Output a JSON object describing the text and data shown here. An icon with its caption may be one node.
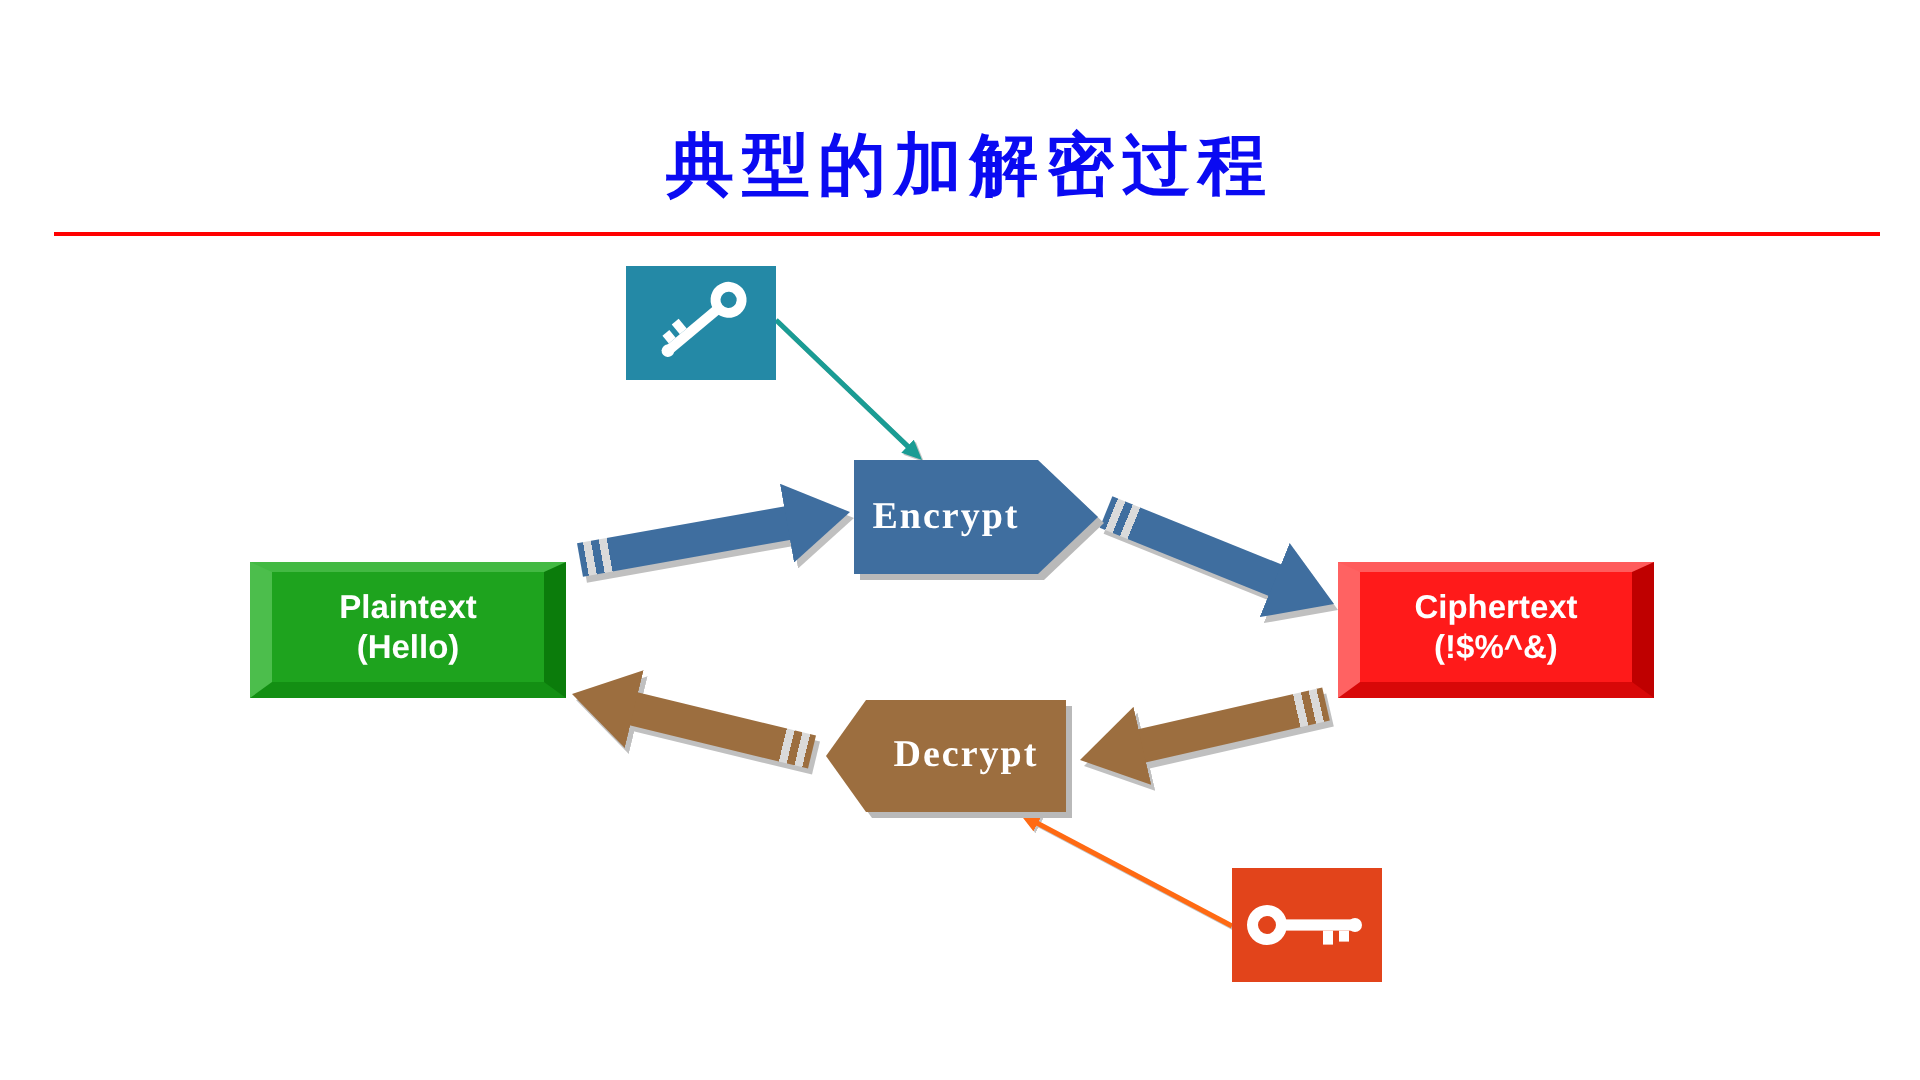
{
  "diagram": {
    "title": "典型的加解密过程",
    "nodes": [
      {
        "text": [],
        "shape": "picture"
      },
      {
        "text": [
          "Encrypt"
        ]
      },
      {
        "text": [
          "Plaintext (Hello)"
        ]
      },
      {
        "text": [
          "Ciphertext (!$%^&)"
        ]
      },
      {
        "text": [
          "Decrypt"
        ]
      },
      {
        "text": [],
        "shape": "picture"
      }
    ],
    "edges": [
      {
        "from": 0,
        "to": 1,
        "arrow": "to",
        "color": "#1a9c94"
      },
      {
        "from": 2,
        "to": 1,
        "arrow": "to",
        "style": "thick",
        "color": "#3f6e9f"
      },
      {
        "from": 1,
        "to": 3,
        "arrow": "to",
        "style": "thick",
        "color": "#3f6e9f"
      },
      {
        "from": 3,
        "to": 4,
        "arrow": "to",
        "style": "thick",
        "color": "#9c6e3f"
      },
      {
        "from": 4,
        "to": 2,
        "arrow": "to",
        "style": "thick",
        "color": "#9c6e3f"
      },
      {
        "from": 5,
        "to": 4,
        "arrow": "to",
        "color": "#ff6a13"
      }
    ]
  }
}
